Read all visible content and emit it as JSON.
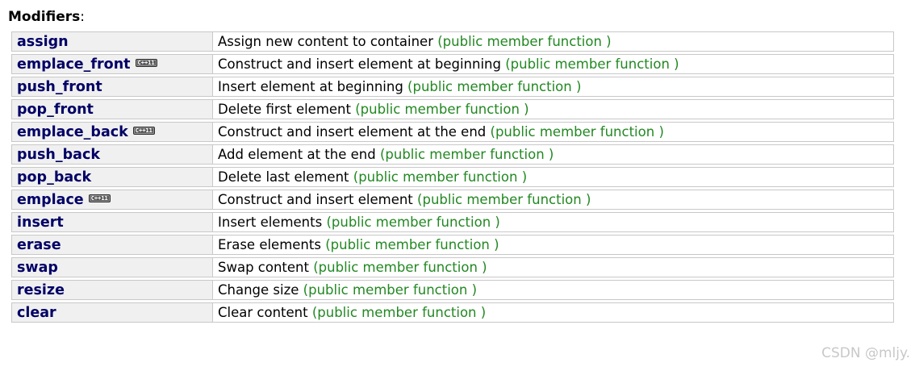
{
  "section": {
    "title": "Modifiers",
    "colon": ":"
  },
  "members": [
    {
      "name": "assign",
      "badge": "",
      "description": "Assign new content to container",
      "kind": "(public member function )"
    },
    {
      "name": "emplace_front",
      "badge": "C++11",
      "description": "Construct and insert element at beginning",
      "kind": "(public member function )"
    },
    {
      "name": "push_front",
      "badge": "",
      "description": "Insert element at beginning",
      "kind": "(public member function )"
    },
    {
      "name": "pop_front",
      "badge": "",
      "description": "Delete first element",
      "kind": "(public member function )"
    },
    {
      "name": "emplace_back",
      "badge": "C++11",
      "description": "Construct and insert element at the end",
      "kind": "(public member function )"
    },
    {
      "name": "push_back",
      "badge": "",
      "description": "Add element at the end",
      "kind": "(public member function )"
    },
    {
      "name": "pop_back",
      "badge": "",
      "description": "Delete last element",
      "kind": "(public member function )"
    },
    {
      "name": "emplace",
      "badge": "C++11",
      "description": "Construct and insert element",
      "kind": "(public member function )"
    },
    {
      "name": "insert",
      "badge": "",
      "description": "Insert elements",
      "kind": "(public member function )"
    },
    {
      "name": "erase",
      "badge": "",
      "description": "Erase elements",
      "kind": "(public member function )"
    },
    {
      "name": "swap",
      "badge": "",
      "description": "Swap content",
      "kind": "(public member function )"
    },
    {
      "name": "resize",
      "badge": "",
      "description": "Change size",
      "kind": "(public member function )"
    },
    {
      "name": "clear",
      "badge": "",
      "description": "Clear content",
      "kind": "(public member function )"
    }
  ],
  "watermark": "CSDN @mljy.",
  "colors": {
    "member_name": "#000066",
    "kind_label": "#228822",
    "name_cell_bg": "#f0f0f0",
    "cell_border": "#c8c8c8"
  }
}
